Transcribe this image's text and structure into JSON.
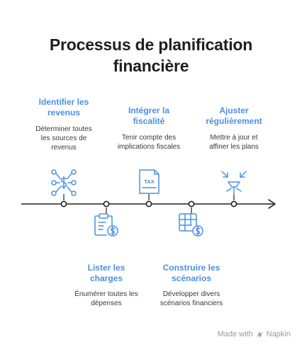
{
  "title": {
    "line1": "Processus de planification",
    "line2": "financière"
  },
  "steps": [
    {
      "title_lines": [
        "Identifier les",
        "revenus"
      ],
      "desc_lines": [
        "Déterminer toutes",
        "les sources de",
        "revenus"
      ],
      "icon": "network-dollar-icon"
    },
    {
      "title_lines": [
        "Lister les",
        "charges"
      ],
      "desc_lines": [
        "Énumérer toutes les",
        "dépenses"
      ],
      "icon": "clipboard-dollar-icon"
    },
    {
      "title_lines": [
        "Intégrer la",
        "fiscalité"
      ],
      "desc_lines": [
        "Tenir compte des",
        "implications fiscales"
      ],
      "icon": "tax-document-icon"
    },
    {
      "title_lines": [
        "Construire les",
        "scénarios"
      ],
      "desc_lines": [
        "Développer divers",
        "scénarios financiers"
      ],
      "icon": "spreadsheet-dollar-icon"
    },
    {
      "title_lines": [
        "Ajuster",
        "régulièrement"
      ],
      "desc_lines": [
        "Mettre à jour et",
        "affiner les plans"
      ],
      "icon": "converge-arrows-icon"
    }
  ],
  "icon_tax_label": "TAX",
  "colors": {
    "accent": "#4a90e2",
    "line": "#1f1f1f",
    "text": "#3a3a3a"
  },
  "footer": {
    "made_with": "Made with",
    "brand": "Napkin"
  }
}
